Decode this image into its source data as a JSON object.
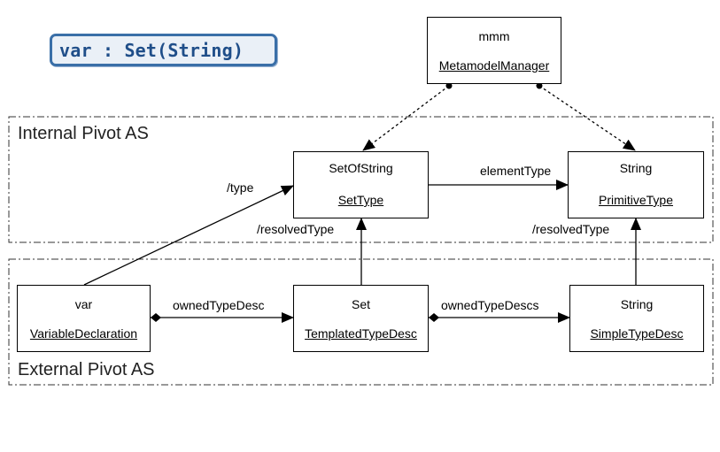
{
  "expression": "var : Set(String)",
  "regions": {
    "internal_label": "Internal Pivot AS",
    "external_label": "External Pivot AS"
  },
  "nodes": {
    "mmm": {
      "name": "mmm",
      "type": "MetamodelManager"
    },
    "setofstring": {
      "name": "SetOfString",
      "type": "SetType"
    },
    "string_primitive": {
      "name": "String",
      "type": "PrimitiveType"
    },
    "var": {
      "name": "var",
      "type": "VariableDeclaration"
    },
    "set_templated": {
      "name": "Set",
      "type": "TemplatedTypeDesc"
    },
    "string_simple": {
      "name": "String",
      "type": "SimpleTypeDesc"
    }
  },
  "edges": {
    "type": "/type",
    "element_type": "elementType",
    "resolved_type_set": "/resolvedType",
    "resolved_type_string": "/resolvedType",
    "owned_type_desc": "ownedTypeDesc",
    "owned_type_descs": "ownedTypeDescs"
  },
  "colors": {
    "code_border": "#3a6fa8",
    "code_text": "#1f4e89",
    "code_background": "#eaf0f7",
    "lines": "#000000"
  }
}
